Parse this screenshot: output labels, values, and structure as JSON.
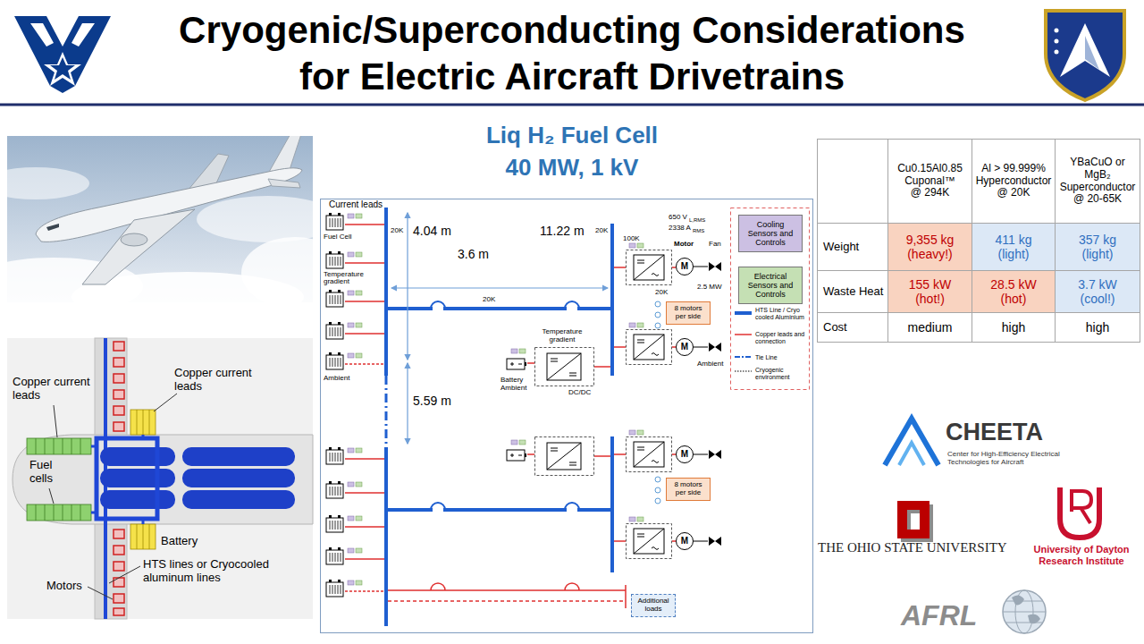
{
  "diagram": {
    "title": "Cryogenic/Superconducting Considerations for Electric Aircraft Drivetrains",
    "nodes": [
      {
        "text": [
          "M"
        ]
      },
      {
        "text": [
          "8 motors per side"
        ]
      },
      {
        "text": [
          "M"
        ]
      },
      {
        "text": [
          "M"
        ]
      },
      {
        "text": [
          "8 motors per side"
        ]
      },
      {
        "text": [
          "M"
        ]
      },
      {
        "text": [
          "Additional loads"
        ]
      }
    ],
    "labels": [
      "Liq H₂ Fuel Cell",
      "40 MW, 1 kV",
      "Current leads",
      "20K",
      "Fuel Cell",
      "Temperature gradient",
      "Ambient",
      "4.04 m",
      "3.6 m",
      "11.22 m",
      "20K",
      "20K",
      "100K",
      "650 V",
      "L,RMS",
      "2338 A",
      "RMS",
      "Motor",
      "Fan",
      "20K",
      "2.5 MW",
      "Temperature gradient",
      "Battery Ambient",
      "DC/DC",
      "Ambient",
      "5.59 m",
      "Copper current leads",
      "Copper current leads",
      "Fuel cells",
      "Battery",
      "HTS lines or Cryocooled aluminum lines",
      "Motors",
      "Cu0.15Al0.85",
      "Cuponal™",
      "@ 294K",
      "Al > 99.999%",
      "Hyperconductor",
      "@ 20K",
      "YBaCuO or MgB₂",
      "Superconductor",
      "@ 20-65K",
      "Weight",
      "9,355 kg",
      "(heavy!)",
      "411 kg",
      "(light)",
      "357 kg",
      "(light)",
      "Waste Heat",
      "155 kW",
      "(hot!)",
      "28.5 kW",
      "(hot)",
      "3.7 kW",
      "(cool!)",
      "Cost",
      "medium",
      "high",
      "high",
      "CHEETA",
      "Center for High-Efficiency Electrical Technologies for Aircraft",
      "THE OHIO STATE UNIVERSITY",
      "University of Dayton Research Institute",
      "AFRL"
    ],
    "legend": [
      {
        "text": "Cooling Sensors and Controls",
        "color": "#ccc0e3"
      },
      {
        "text": "Electrical Sensors and Controls",
        "color": "#c5e0b4"
      },
      {
        "text": "HTS Line / Cryo cooled Aluminium"
      },
      {
        "text": "Copper leads and connection"
      },
      {
        "text": "Tie Line"
      },
      {
        "text": "Cryogenic environment"
      }
    ]
  }
}
